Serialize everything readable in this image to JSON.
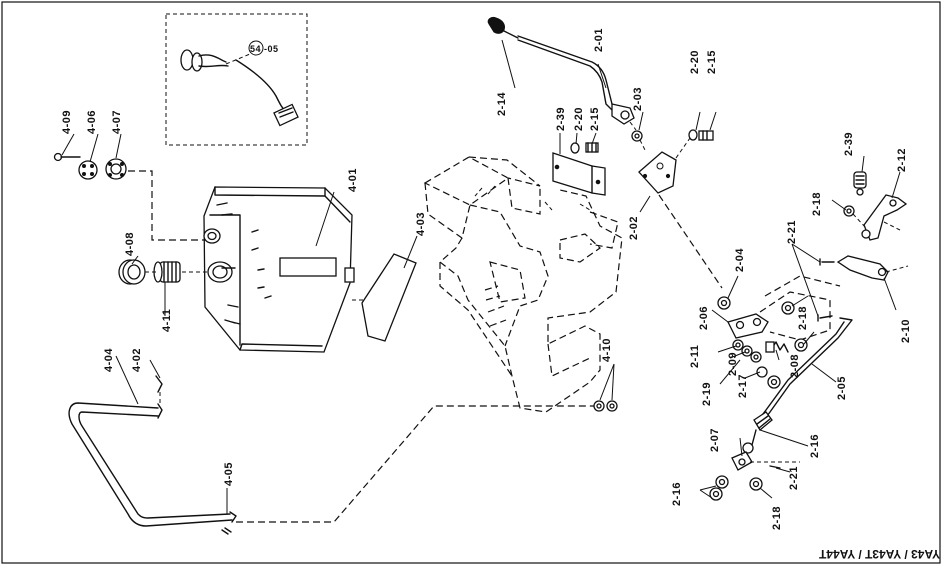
{
  "title": "YA43 / YA43T / YA44T",
  "inset_ref": "54",
  "inset_ref_suffix": "-05",
  "labels": {
    "p2_01": "2-01",
    "p2_02": "2-02",
    "p2_03": "2-03",
    "p2_04": "2-04",
    "p2_05": "2-05",
    "p2_06": "2-06",
    "p2_07": "2-07",
    "p2_08": "2-08",
    "p2_09": "2-09",
    "p2_10": "2-10",
    "p2_11": "2-11",
    "p2_12": "2-12",
    "p2_14": "2-14",
    "p2_15": "2-15",
    "p2_16": "2-16",
    "p2_17": "2-17",
    "p2_18": "2-18",
    "p2_19": "2-19",
    "p2_20": "2-20",
    "p2_21": "2-21",
    "p2_39": "2-39",
    "p4_01": "4-01",
    "p4_02": "4-02",
    "p4_03": "4-03",
    "p4_04": "4-04",
    "p4_05": "4-05",
    "p4_06": "4-06",
    "p4_07": "4-07",
    "p4_08": "4-08",
    "p4_09": "4-09",
    "p4_10": "4-10",
    "p4_11": "4-11"
  }
}
